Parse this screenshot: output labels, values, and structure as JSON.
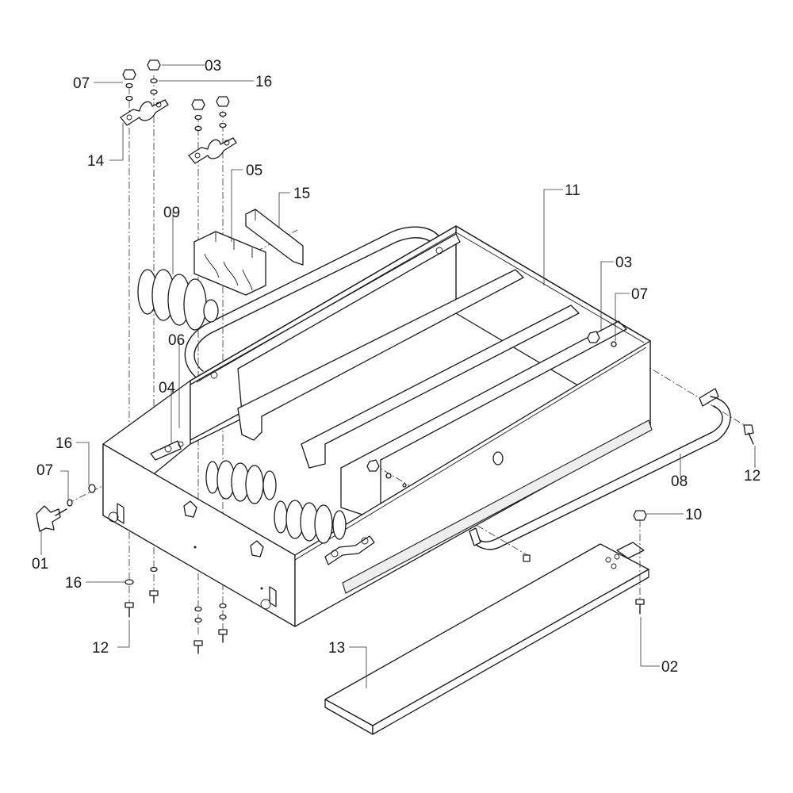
{
  "callouts": {
    "c01": "01",
    "c02": "02",
    "c03_top": "03",
    "c03_right": "03",
    "c04": "04",
    "c05": "05",
    "c06": "06",
    "c07_top": "07",
    "c07_left": "07",
    "c07_right": "07",
    "c08": "08",
    "c09": "09",
    "c10": "10",
    "c11": "11",
    "c12_left": "12",
    "c12_right": "12",
    "c13": "13",
    "c14": "14",
    "c15": "15",
    "c16_top": "16",
    "c16_left": "16",
    "c16_bottom": "16"
  }
}
